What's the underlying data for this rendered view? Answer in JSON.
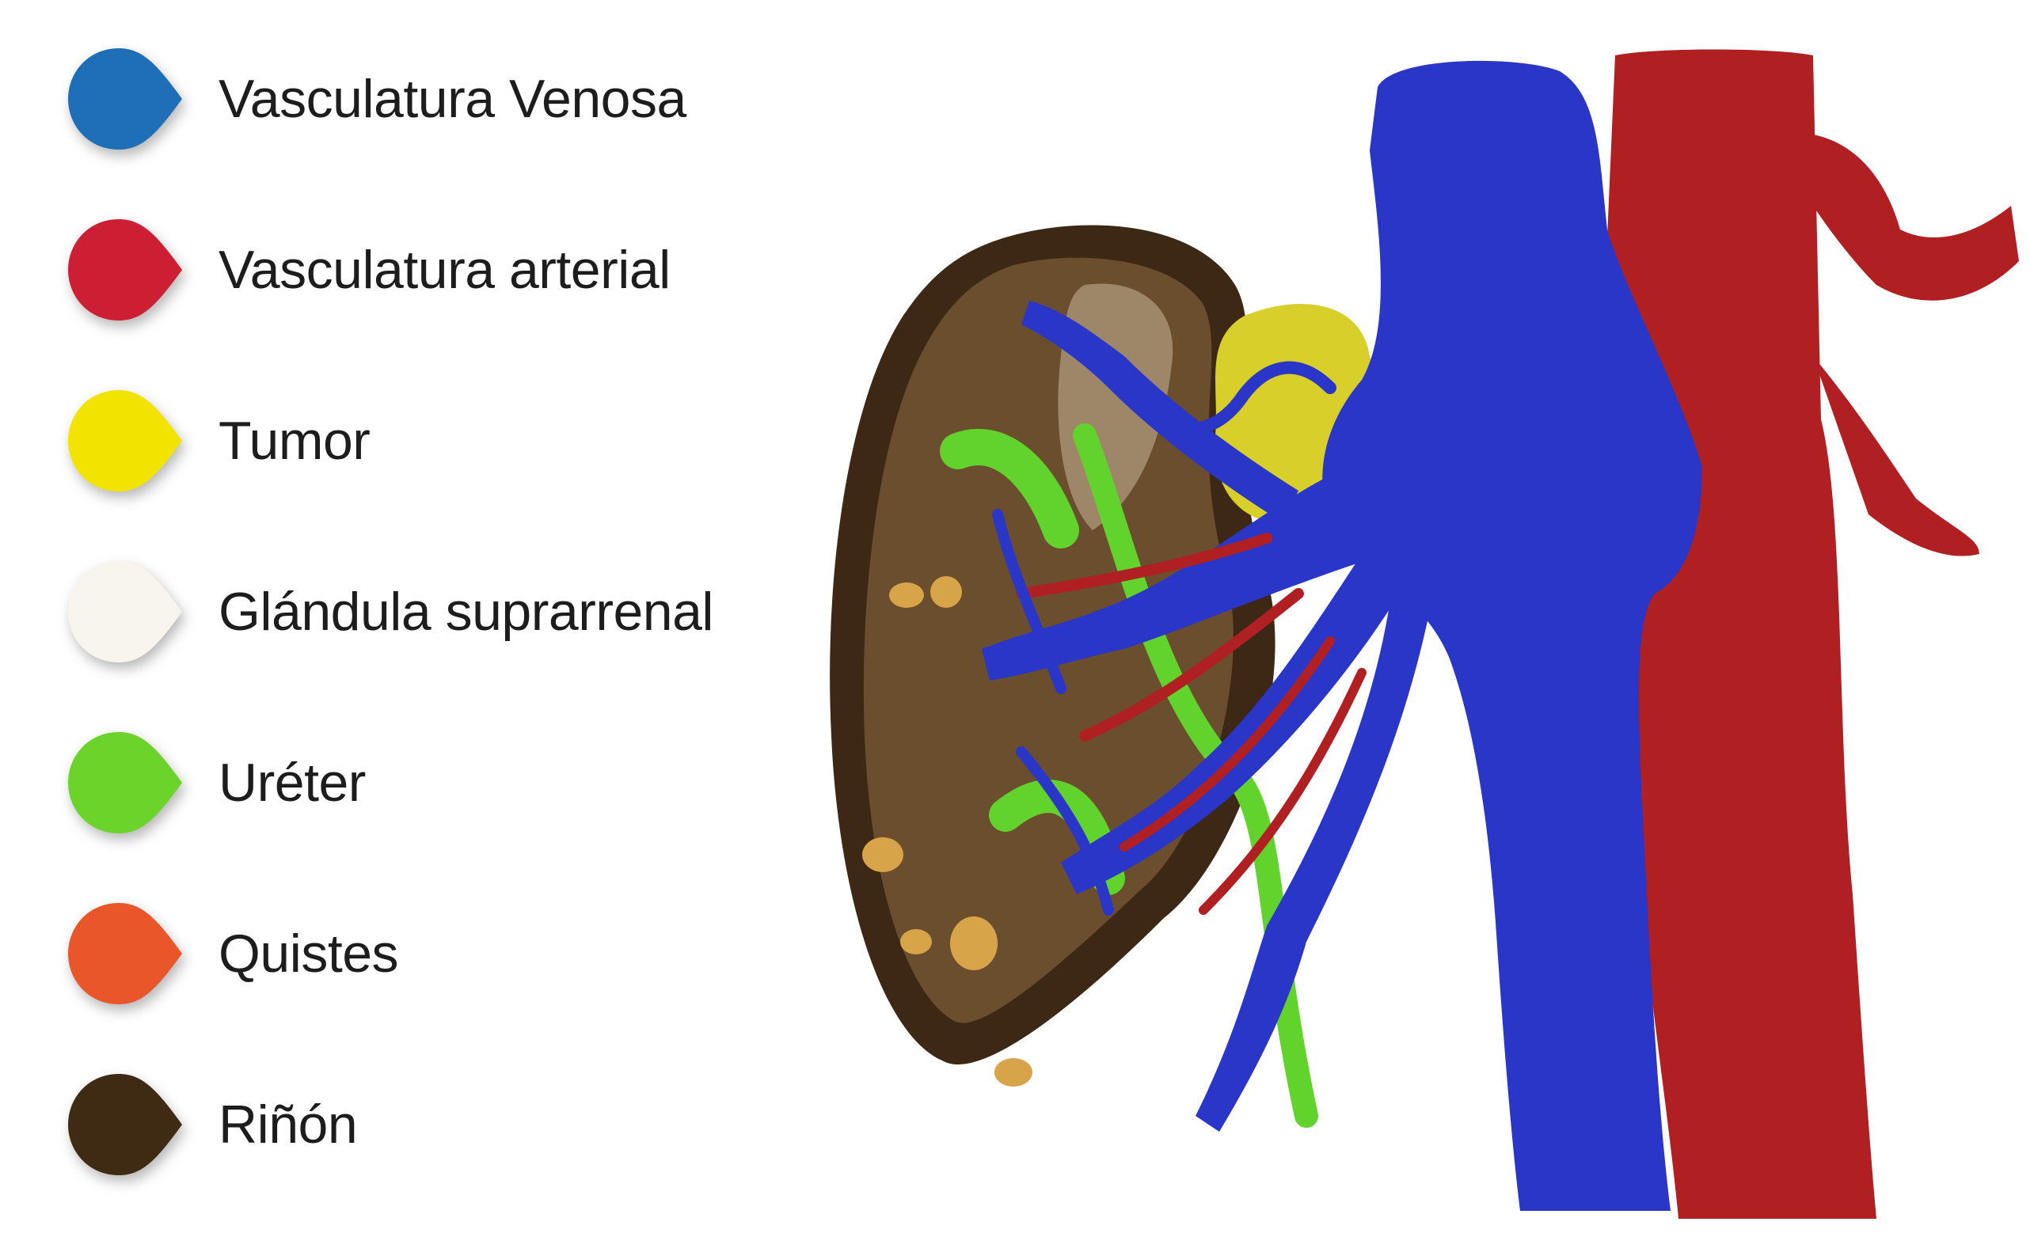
{
  "legend": {
    "items": [
      {
        "id": "venous",
        "label": "Vasculatura Venosa",
        "color": "#1f6fb8"
      },
      {
        "id": "arterial",
        "label": "Vasculatura arterial",
        "color": "#cc1f34"
      },
      {
        "id": "tumor",
        "label": "Tumor",
        "color": "#f2e400"
      },
      {
        "id": "adrenal",
        "label": "Glándula suprarrenal",
        "color": "#f8f5ee"
      },
      {
        "id": "ureter",
        "label": "Uréter",
        "color": "#6cd32b"
      },
      {
        "id": "cysts",
        "label": "Quistes",
        "color": "#e8562a"
      },
      {
        "id": "kidney",
        "label": "Riñón",
        "color": "#3f2a14"
      }
    ]
  },
  "illustration": {
    "colors": {
      "vein": "#2a36c8",
      "vein_dark": "#1a2494",
      "artery": "#b01f22",
      "artery_dark": "#7e1416",
      "kidney_rim": "#3d2815",
      "kidney_inner": "#6b4e2e",
      "tumor": "#d8cf2a",
      "ureter": "#62d22c",
      "cyst": "#d8a44a"
    }
  }
}
